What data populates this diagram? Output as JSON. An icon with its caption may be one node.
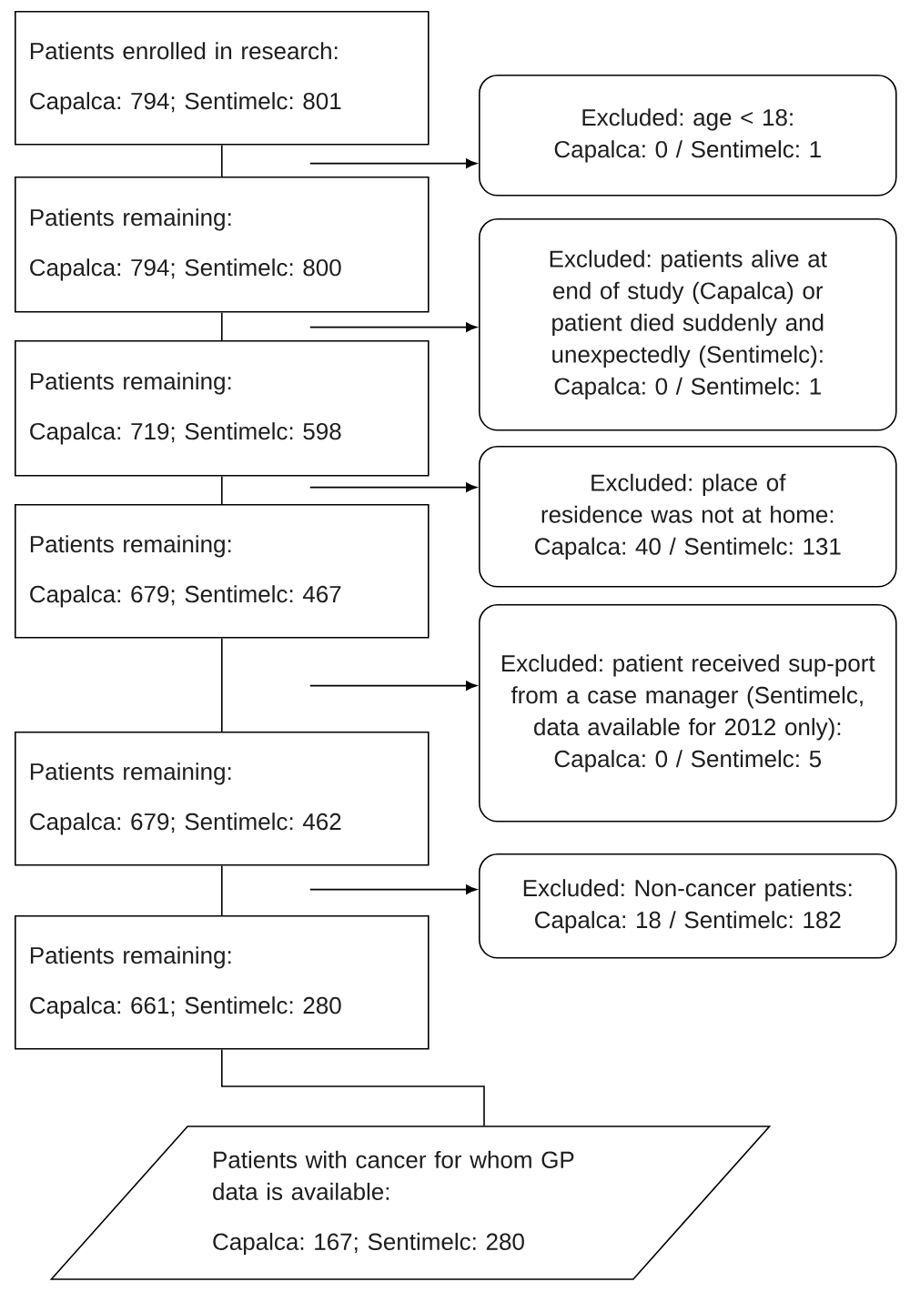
{
  "diagram": {
    "nodes": [
      {
        "text": [
          "Patients enrolled in research:",
          "Capalca: 794; Sentimelc: 801"
        ]
      },
      {
        "text": [
          "Excluded: age < 18:",
          "Capalca: 0 / Sentimelc: 1"
        ]
      },
      {
        "text": [
          "Patients remaining:",
          "Capalca: 794; Sentimelc: 800"
        ]
      },
      {
        "text": [
          "Excluded: patients alive at end of study (Capalca) or patient died suddenly and unexpectedly (Sentimelc):",
          "Capalca: 0 / Sentimelc: 1"
        ]
      },
      {
        "text": [
          "Patients remaining:",
          "Capalca: 719; Sentimelc: 598"
        ]
      },
      {
        "text": [
          "Excluded: place of residence was not at home:",
          "Capalca: 40 / Sentimelc: 131"
        ]
      },
      {
        "text": [
          "Patients remaining:",
          "Capalca: 679; Sentimelc: 467"
        ]
      },
      {
        "text": [
          "Excluded: patient received sup-port from a case manager (Sentimelc, data available for 2012 only):",
          "Capalca: 0 / Sentimelc: 5"
        ]
      },
      {
        "text": [
          "Patients remaining:",
          "Capalca: 679; Sentimelc: 462"
        ]
      },
      {
        "text": [
          "Excluded: Non-cancer patients:",
          "Capalca: 18 / Sentimelc: 182"
        ]
      },
      {
        "text": [
          "Patients remaining:",
          "Capalca: 661; Sentimelc: 280"
        ]
      },
      {
        "text": [
          "Patients with cancer for whom GP data is available:",
          "Capalca: 167; Sentimelc: 280"
        ]
      }
    ],
    "edges": [
      {
        "from": 0,
        "to": 2,
        "arrow": "none"
      },
      {
        "from": 0,
        "to": 1,
        "arrow": "to"
      },
      {
        "from": 2,
        "to": 4,
        "arrow": "none"
      },
      {
        "from": 2,
        "to": 3,
        "arrow": "to"
      },
      {
        "from": 4,
        "to": 6,
        "arrow": "none"
      },
      {
        "from": 4,
        "to": 5,
        "arrow": "to"
      },
      {
        "from": 6,
        "to": 8,
        "arrow": "none"
      },
      {
        "from": 6,
        "to": 7,
        "arrow": "to"
      },
      {
        "from": 8,
        "to": 10,
        "arrow": "none"
      },
      {
        "from": 8,
        "to": 9,
        "arrow": "to"
      },
      {
        "from": 10,
        "to": 11,
        "arrow": "none"
      }
    ]
  }
}
